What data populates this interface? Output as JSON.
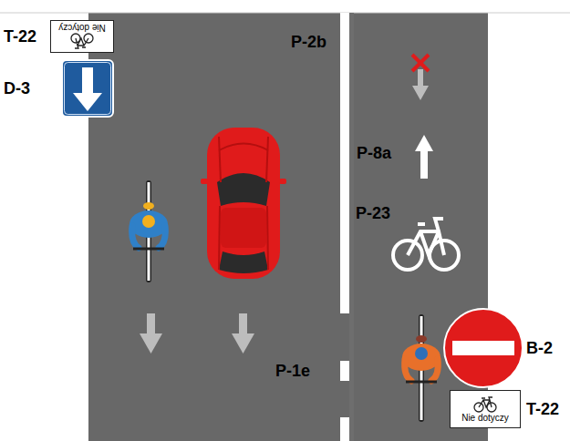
{
  "diagram": {
    "nodes": [
      {
        "text": [
          "Nie dotyczy"
        ]
      },
      {
        "text": [
          "Nie dotyczy"
        ]
      }
    ],
    "labels": [
      "T-22",
      "D-3",
      "P-2b",
      "P-8a",
      "P-23",
      "P-1e",
      "B-2",
      "T-22"
    ]
  }
}
